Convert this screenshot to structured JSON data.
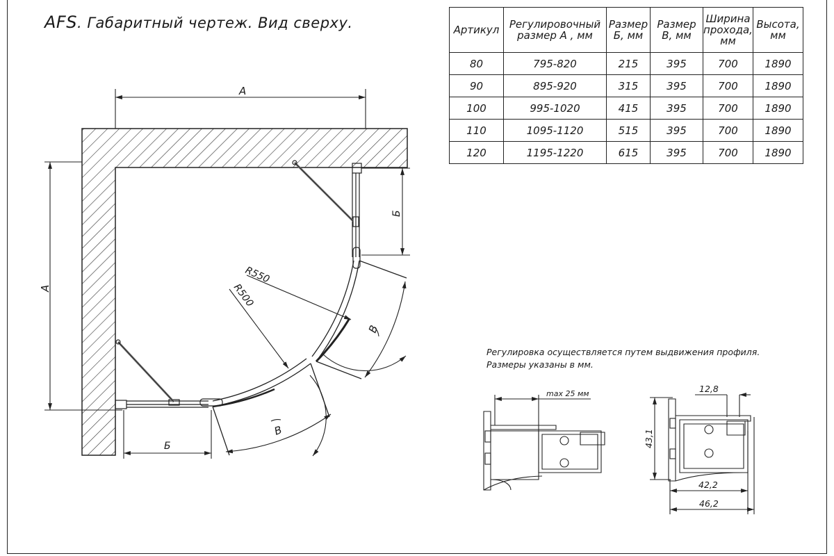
{
  "title": {
    "prefix": "AFS",
    "rest": ". Габаритный чертеж. Вид сверху."
  },
  "table": {
    "headers": [
      [
        "Артикул"
      ],
      [
        "Регулировочный",
        "размер A , мм"
      ],
      [
        "Размер",
        "Б, мм"
      ],
      [
        "Размер",
        "В, мм"
      ],
      [
        "Ширина",
        "прохода,",
        "мм"
      ],
      [
        "Высота,",
        "мм"
      ]
    ],
    "rows": [
      [
        "80",
        "795-820",
        "215",
        "395",
        "700",
        "1890"
      ],
      [
        "90",
        "895-920",
        "315",
        "395",
        "700",
        "1890"
      ],
      [
        "100",
        "995-1020",
        "415",
        "395",
        "700",
        "1890"
      ],
      [
        "110",
        "1095-1120",
        "515",
        "395",
        "700",
        "1890"
      ],
      [
        "120",
        "1195-1220",
        "615",
        "395",
        "700",
        "1890"
      ]
    ]
  },
  "plan_labels": {
    "a_top": "A",
    "a_left": "A",
    "b_right": "Б",
    "b_bottom": "Б",
    "v_right": "В",
    "v_bottom": "В",
    "r550": "R550",
    "r500": "R500"
  },
  "notes": [
    "Регулировка осуществляется путем выдвижения профиля.",
    "Размеры указаны в мм."
  ],
  "profile_labels": {
    "max": "max 25 мм",
    "d12": "12,8",
    "d43": "43,1",
    "d42": "42,2",
    "d46": "46,2"
  }
}
